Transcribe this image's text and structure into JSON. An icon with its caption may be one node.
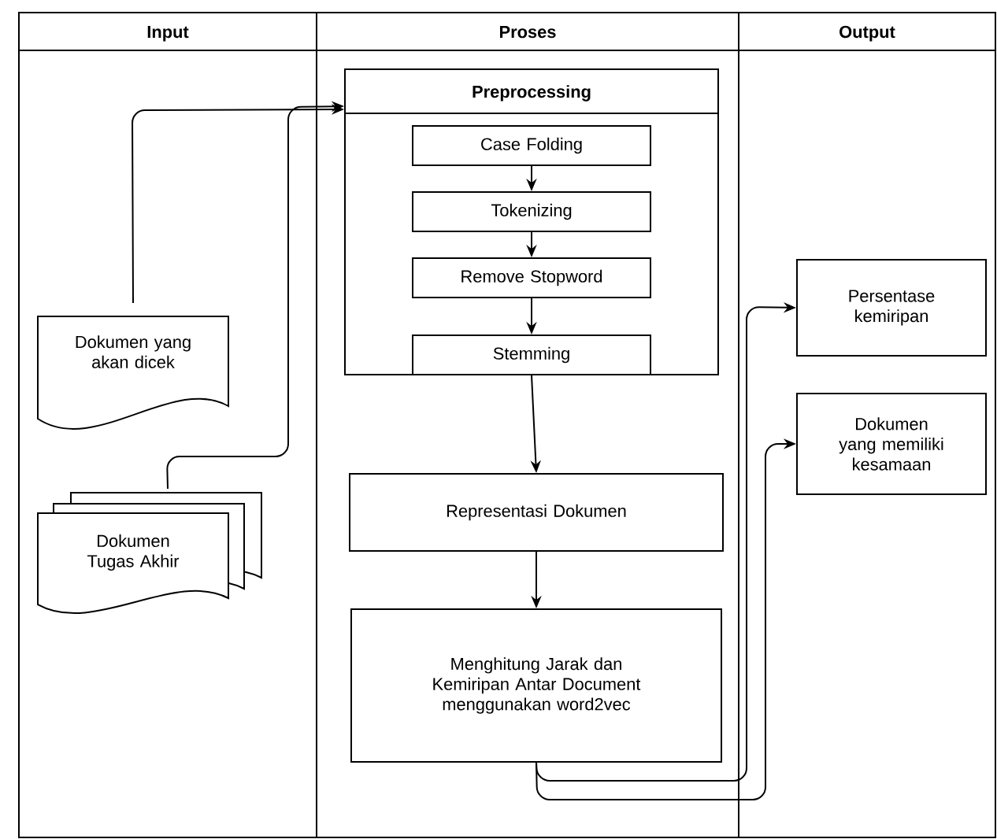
{
  "diagram": {
    "nodes": [
      {
        "text": [
          "Input"
        ]
      },
      {
        "text": [
          "Proses"
        ]
      },
      {
        "text": [
          "Output"
        ]
      },
      {
        "text": [
          "Preprocessing"
        ],
        "in": 1
      },
      {
        "text": [
          "Case Folding"
        ],
        "in": 3
      },
      {
        "text": [
          "Tokenizing"
        ],
        "in": 3
      },
      {
        "text": [
          "Remove Stopword"
        ],
        "in": 3
      },
      {
        "text": [
          "Stemming"
        ],
        "in": 3
      },
      {
        "text": [
          "Representasi Dokumen"
        ],
        "in": 1
      },
      {
        "text": [
          "Menghitung Jarak dan Kemiripan Antar Document menggunakan word2vec"
        ],
        "in": 1
      },
      {
        "text": [
          "Dokumen yang akan dicek"
        ],
        "in": 0
      },
      {
        "text": [
          "Dokumen Tugas Akhir"
        ],
        "in": 0
      },
      {
        "text": [
          "Persentase kemiripan"
        ],
        "in": 2
      },
      {
        "text": [
          "Dokumen yang memiliki kesamaan"
        ],
        "in": 2
      }
    ],
    "edges": [
      {
        "from": 10,
        "to": 3,
        "arrow": "to"
      },
      {
        "from": 11,
        "to": 3,
        "arrow": "to"
      },
      {
        "from": 4,
        "to": 5,
        "arrow": "to"
      },
      {
        "from": 5,
        "to": 6,
        "arrow": "to"
      },
      {
        "from": 6,
        "to": 7,
        "arrow": "to"
      },
      {
        "from": 7,
        "to": 8,
        "arrow": "to"
      },
      {
        "from": 8,
        "to": 9,
        "arrow": "to"
      },
      {
        "from": 9,
        "to": 12,
        "arrow": "to"
      },
      {
        "from": 9,
        "to": 13,
        "arrow": "to"
      }
    ]
  }
}
